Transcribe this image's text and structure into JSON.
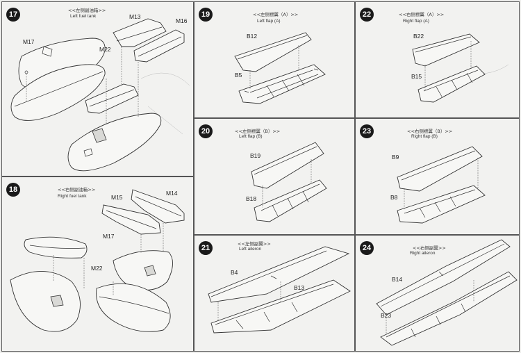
{
  "steps": [
    {
      "num": "17",
      "zh": "<<左侧副油箱>>",
      "en": "Left fuel tank",
      "labels": [
        "M13",
        "M16",
        "M17",
        "M22"
      ]
    },
    {
      "num": "18",
      "zh": "<<右侧副油箱>>",
      "en": "Right fuel tank",
      "labels": [
        "M15",
        "M14",
        "M17",
        "M22"
      ]
    },
    {
      "num": "19",
      "zh": "<<左侧襟翼（A）>>",
      "en": "Left flap (A)",
      "labels": [
        "B12",
        "B5"
      ]
    },
    {
      "num": "20",
      "zh": "<<左侧襟翼（B）>>",
      "en": "Left flap (B)",
      "labels": [
        "B19",
        "B18"
      ]
    },
    {
      "num": "21",
      "zh": "<<左侧副翼>>",
      "en": "Left aileron",
      "labels": [
        "B4",
        "B13"
      ]
    },
    {
      "num": "22",
      "zh": "<<右侧襟翼（A）>>",
      "en": "Right flap (A)",
      "labels": [
        "B22",
        "B15"
      ]
    },
    {
      "num": "23",
      "zh": "<<右侧襟翼（B）>>",
      "en": "Right flap (B)",
      "labels": [
        "B9",
        "B8"
      ]
    },
    {
      "num": "24",
      "zh": "<<右侧副翼>>",
      "en": "Right aileron",
      "labels": [
        "B14",
        "B23"
      ]
    }
  ]
}
